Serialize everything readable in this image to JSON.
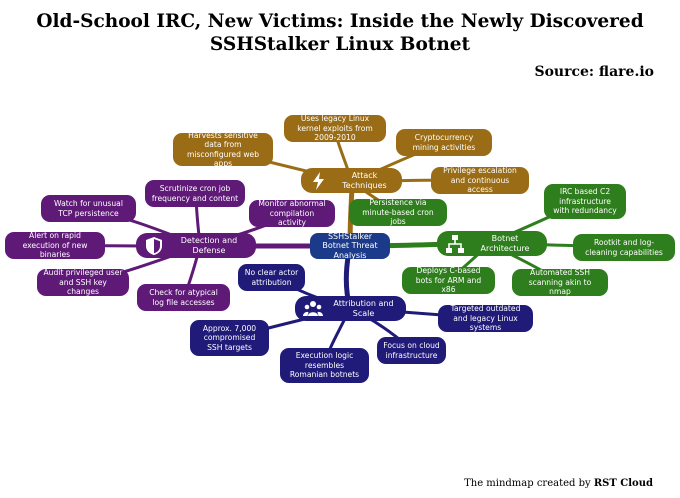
{
  "title": "Old-School IRC, New Victims: Inside the Newly Discovered SSHStalker Linux Botnet",
  "source": "Source: flare.io",
  "footer": {
    "prefix": "The mindmap created by ",
    "brand": "RST Cloud"
  },
  "colors": {
    "attack": "#9a6c16",
    "defense": "#5f1a78",
    "botnet": "#2f7e1d",
    "attribution": "#201a78",
    "center": "#1c3a8a"
  },
  "center": {
    "label": "SSHStalker Botnet Threat Analysis"
  },
  "branches": {
    "attack": {
      "label": "Attack Techniques",
      "icon": "lightning-icon",
      "items": [
        "Harvests sensitive data from misconfigured web apps",
        "Uses legacy Linux kernel exploits from 2009-2010",
        "Cryptocurrency mining activities",
        "Privilege escalation and continuous access",
        "Persistence via minute-based cron jobs"
      ]
    },
    "defense": {
      "label": "Detection and Defense",
      "icon": "shield-icon",
      "items": [
        "Scrutinize cron job frequency and content",
        "Monitor abnormal compilation activity",
        "Watch for unusual TCP persistence",
        "Alert on rapid execution of new binaries",
        "Audit privileged user and SSH key changes",
        "Check for atypical log file accesses"
      ]
    },
    "botnet": {
      "label": "Botnet Architecture",
      "icon": "network-icon",
      "items": [
        "IRC based C2 infrastructure with redundancy",
        "Rootkit and log-cleaning capabilities",
        "Automated SSH scanning akin to nmap",
        "Deploys C-based bots for ARM and x86"
      ]
    },
    "attribution": {
      "label": "Attribution and Scale",
      "icon": "people-icon",
      "items": [
        "No clear actor attribution",
        "Approx. 7,000 compromised SSH targets",
        "Execution logic resembles Romanian botnets",
        "Focus on cloud infrastructure",
        "Targeted outdated and legacy Linux systems"
      ]
    }
  }
}
